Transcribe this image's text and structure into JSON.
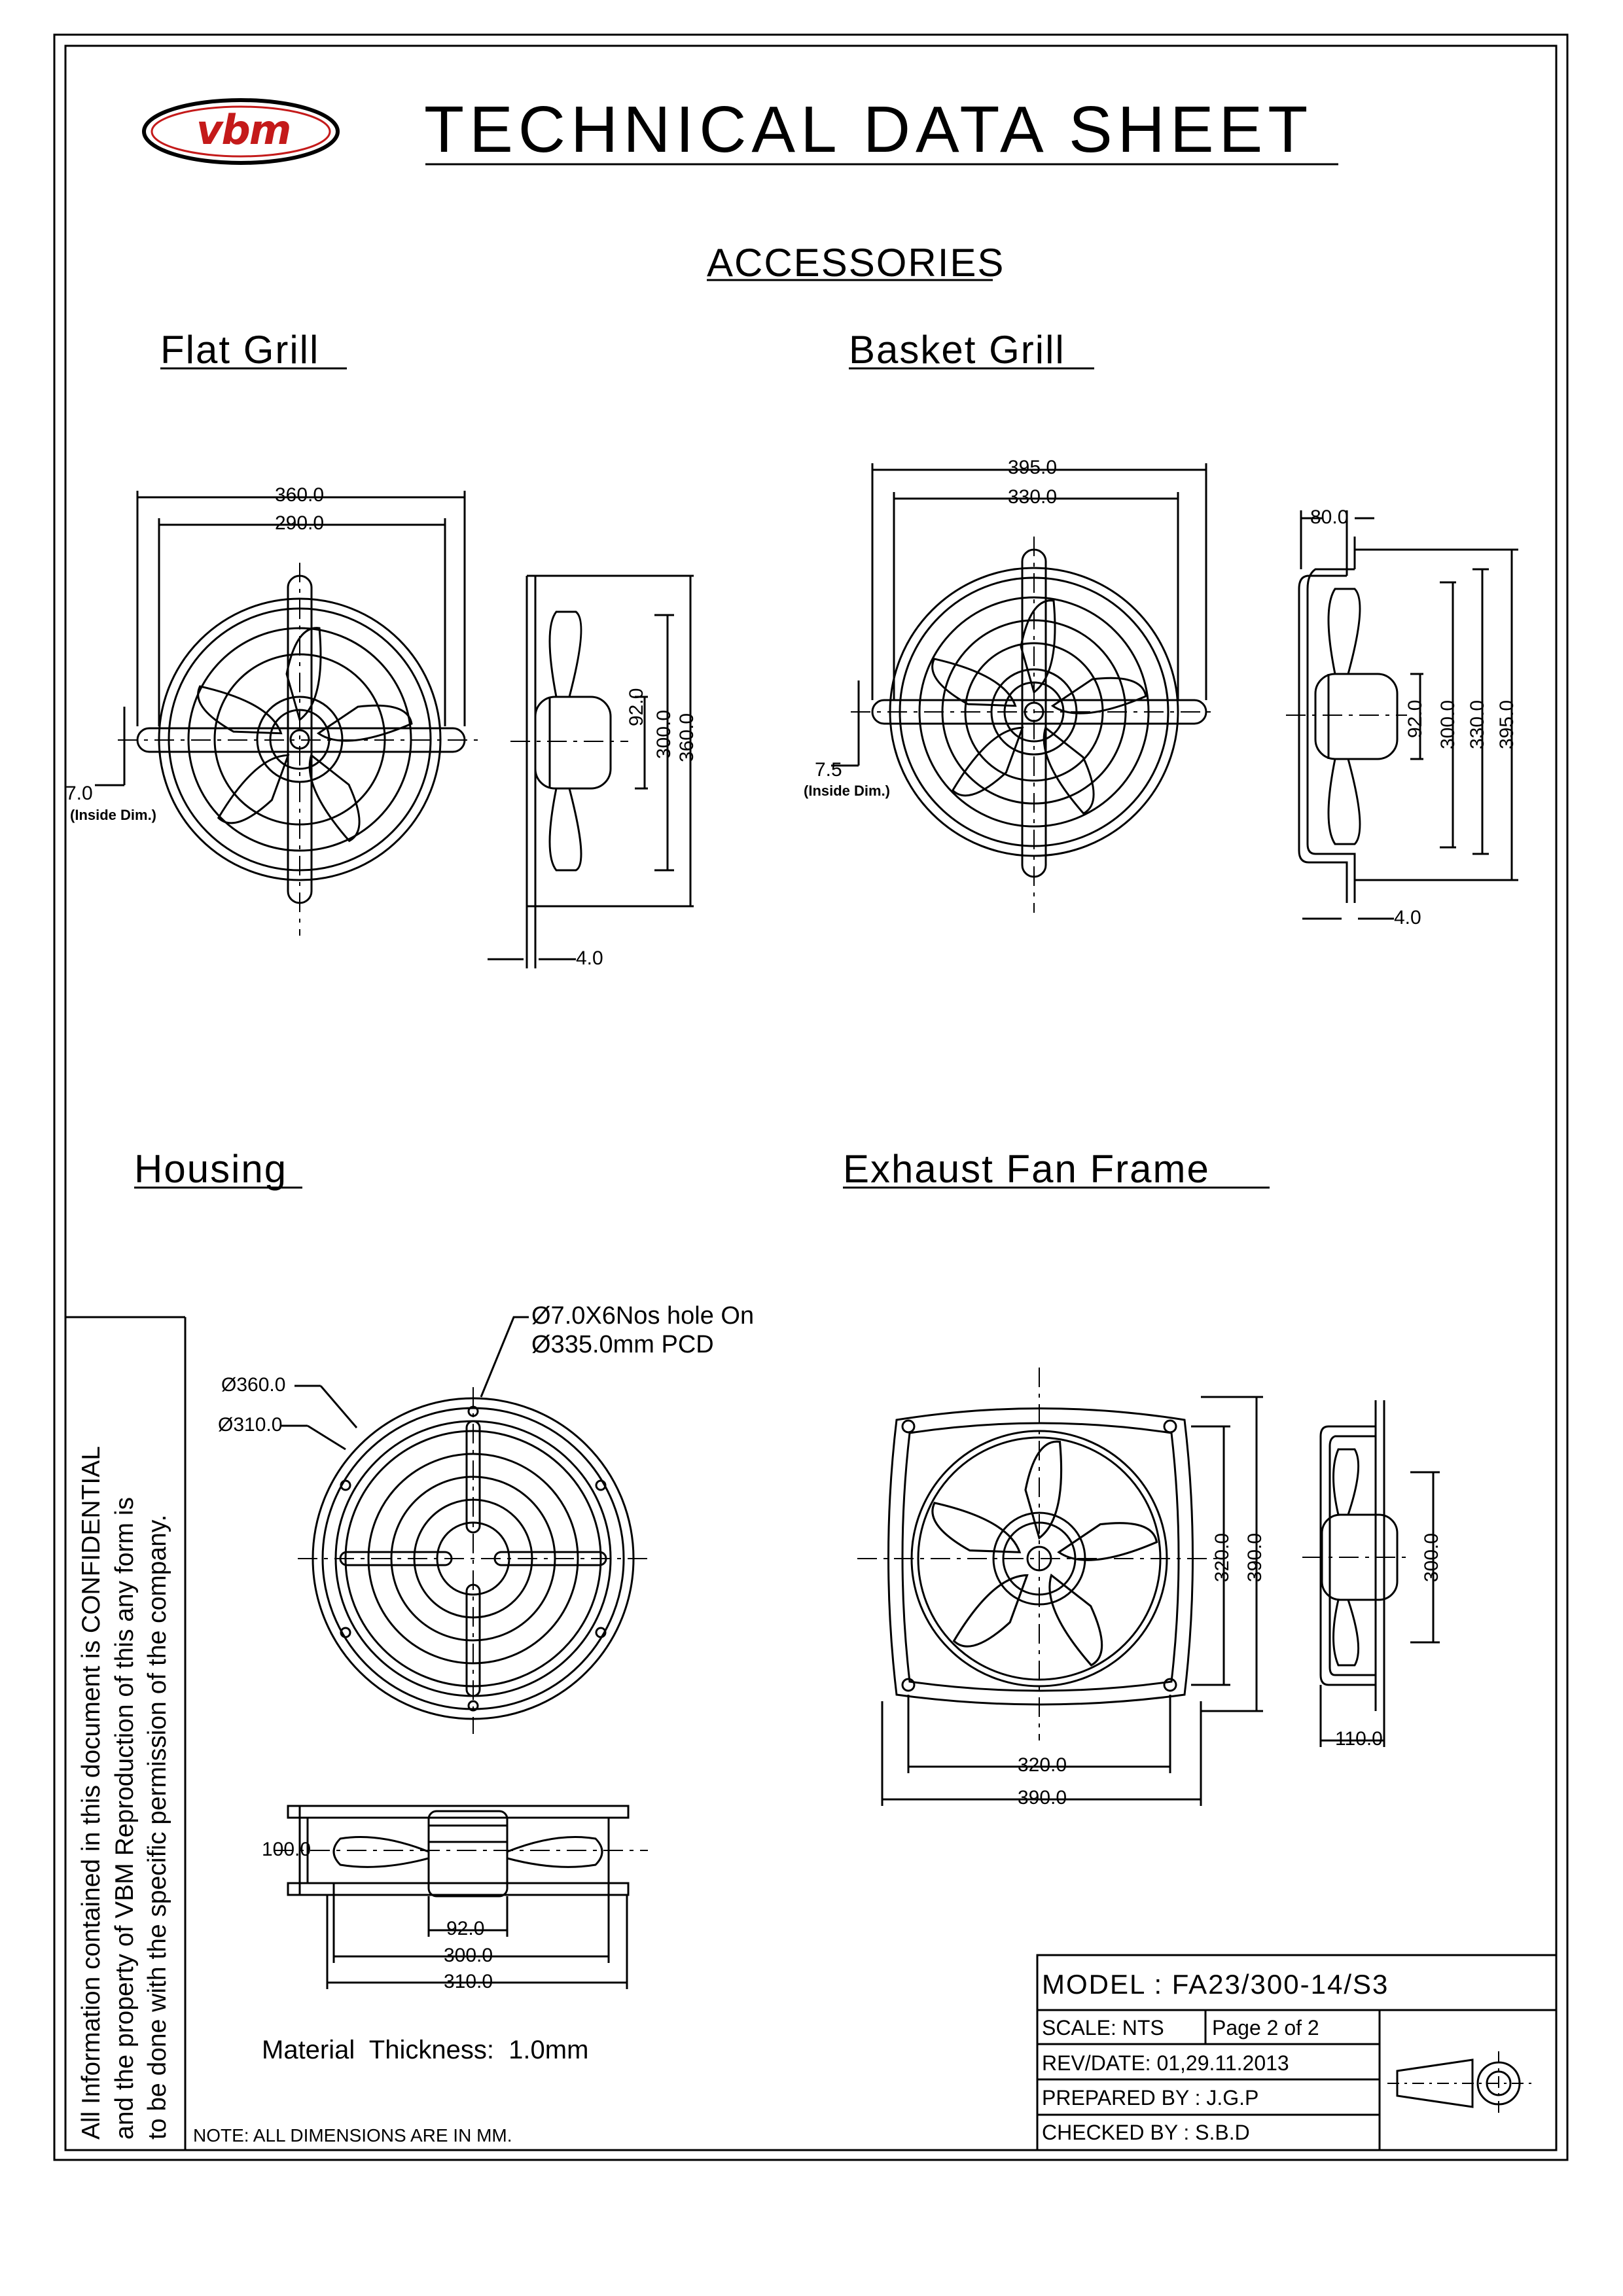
{
  "brand": {
    "logo_text": "vbm"
  },
  "header": {
    "title": "TECHNICAL DATA SHEET",
    "subtitle": "ACCESSORIES"
  },
  "sections": {
    "flat_grill": {
      "title": "Flat Grill",
      "dims": [
        "360.0",
        "290.0",
        "7.0",
        "(Inside Dim.)",
        "92.0",
        "300.0",
        "360.0",
        "4.0"
      ]
    },
    "basket_grill": {
      "title": "Basket Grill",
      "dims": [
        "395.0",
        "330.0",
        "7.5",
        "(Inside Dim.)",
        "80.0",
        "92.0",
        "300.0",
        "330.0",
        "395.0",
        "4.0"
      ]
    },
    "housing": {
      "title": "Housing",
      "hole_note": [
        "Ø7.0X6Nos hole On",
        "Ø335.0mm PCD"
      ],
      "diameters": [
        "Ø360.0",
        "Ø310.0"
      ],
      "dims": [
        "100.0",
        "92.0",
        "300.0",
        "310.0"
      ],
      "material_label": "Material  Thickness:  1.0mm"
    },
    "exhaust_frame": {
      "title": "Exhaust Fan Frame",
      "dims": [
        "320.0",
        "390.0",
        "300.0",
        "320.0",
        "390.0",
        "110.0"
      ]
    }
  },
  "confidential": [
    "All Information contained in this document is CONFIDENTIAL",
    "and the property of VBM Reproduction of this any form is",
    "to be done with the specific permission of the company."
  ],
  "note": "NOTE: ALL DIMENSIONS ARE IN MM.",
  "title_block": {
    "model": "MODEL : FA23/300-14/S3",
    "scale": "SCALE: NTS",
    "page": "Page 2 of 2",
    "rev": "REV/DATE: 01,29.11.2013",
    "prepared": "PREPARED BY : J.G.P",
    "checked": "CHECKED BY : S.B.D"
  },
  "colors": {
    "brand_red": "#c41a1a",
    "line": "#000000"
  }
}
